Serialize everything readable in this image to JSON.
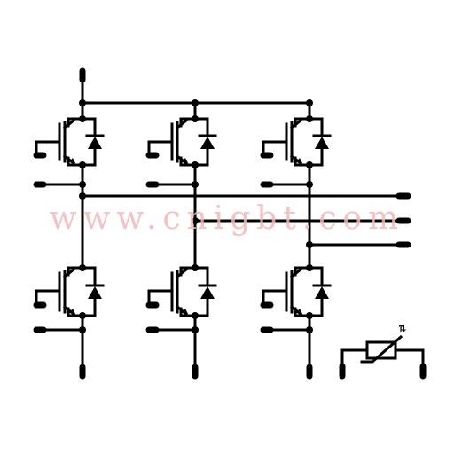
{
  "watermark": "www.cnigbt.com",
  "colors": {
    "line": "#000000",
    "watermark": "#f2b8b8",
    "background": "#ffffff"
  },
  "components": {
    "igbt_count": 6,
    "bridge_legs": 3,
    "ntc_thermistor": true
  }
}
